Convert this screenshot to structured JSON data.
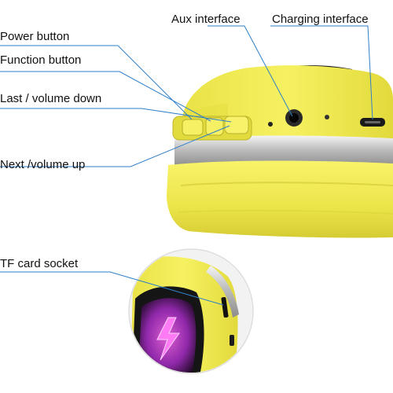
{
  "labels": {
    "aux": "Aux interface",
    "charging": "Charging interface",
    "power": "Power button",
    "function": "Function button",
    "last_volume_down": "Last / volume down",
    "next_volume_up": "Next /volume up",
    "tf_card": "TF card socket"
  },
  "colors": {
    "ear_yellow": "#f1ec4f",
    "ear_shadow": "#c9c12c",
    "chrome": "#d8d8d8",
    "callout_line": "#2f7fc9",
    "port_black": "#111111",
    "led_purple": "#c03ad8"
  }
}
